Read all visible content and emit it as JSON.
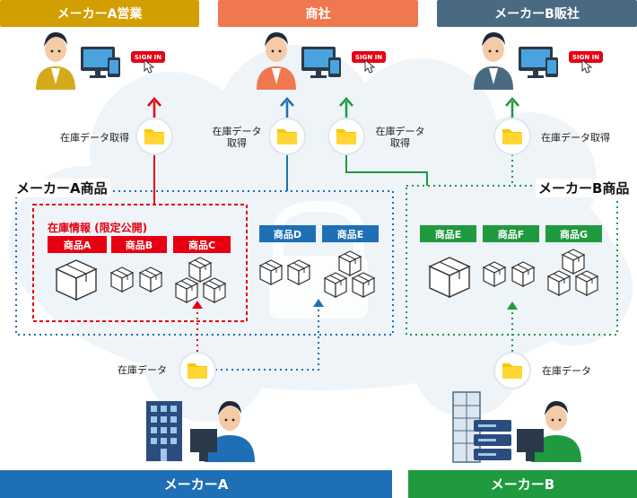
{
  "headers": {
    "maker_a_sales": "メーカーA営業",
    "trading": "商社",
    "maker_b_sales": "メーカーB販社"
  },
  "bottom": {
    "maker_a": "メーカーA",
    "maker_b": "メーカーB"
  },
  "sign_in": "SIGN IN",
  "labels": {
    "stock_get_a": "在庫データ取得",
    "stock_get_trading_left": "在庫データ\n取得",
    "stock_get_trading_right": "在庫データ\n取得",
    "stock_get_b": "在庫データ取得",
    "stock_data_a": "在庫データ",
    "stock_data_b": "在庫データ"
  },
  "groups": {
    "maker_a_products": "メーカーA商品",
    "maker_b_products": "メーカーB商品",
    "limited_inventory": "在庫情報 (限定公開)"
  },
  "products": {
    "a": "商品A",
    "b": "商品B",
    "c": "商品C",
    "d": "商品D",
    "e_left": "商品E",
    "e_right": "商品E",
    "f": "商品F",
    "g": "商品G"
  },
  "colors": {
    "orange_header": "#f07850",
    "gold_header": "#d39e00",
    "slate_header": "#4a6a82",
    "blue_bar": "#1f6fb6",
    "green_bar": "#1f9a3f",
    "red_line": "#e60012",
    "blue_line": "#1f6fb6",
    "green_line": "#1f9a3f",
    "folder": "#f7c800",
    "cloud": "#eef4f8"
  }
}
